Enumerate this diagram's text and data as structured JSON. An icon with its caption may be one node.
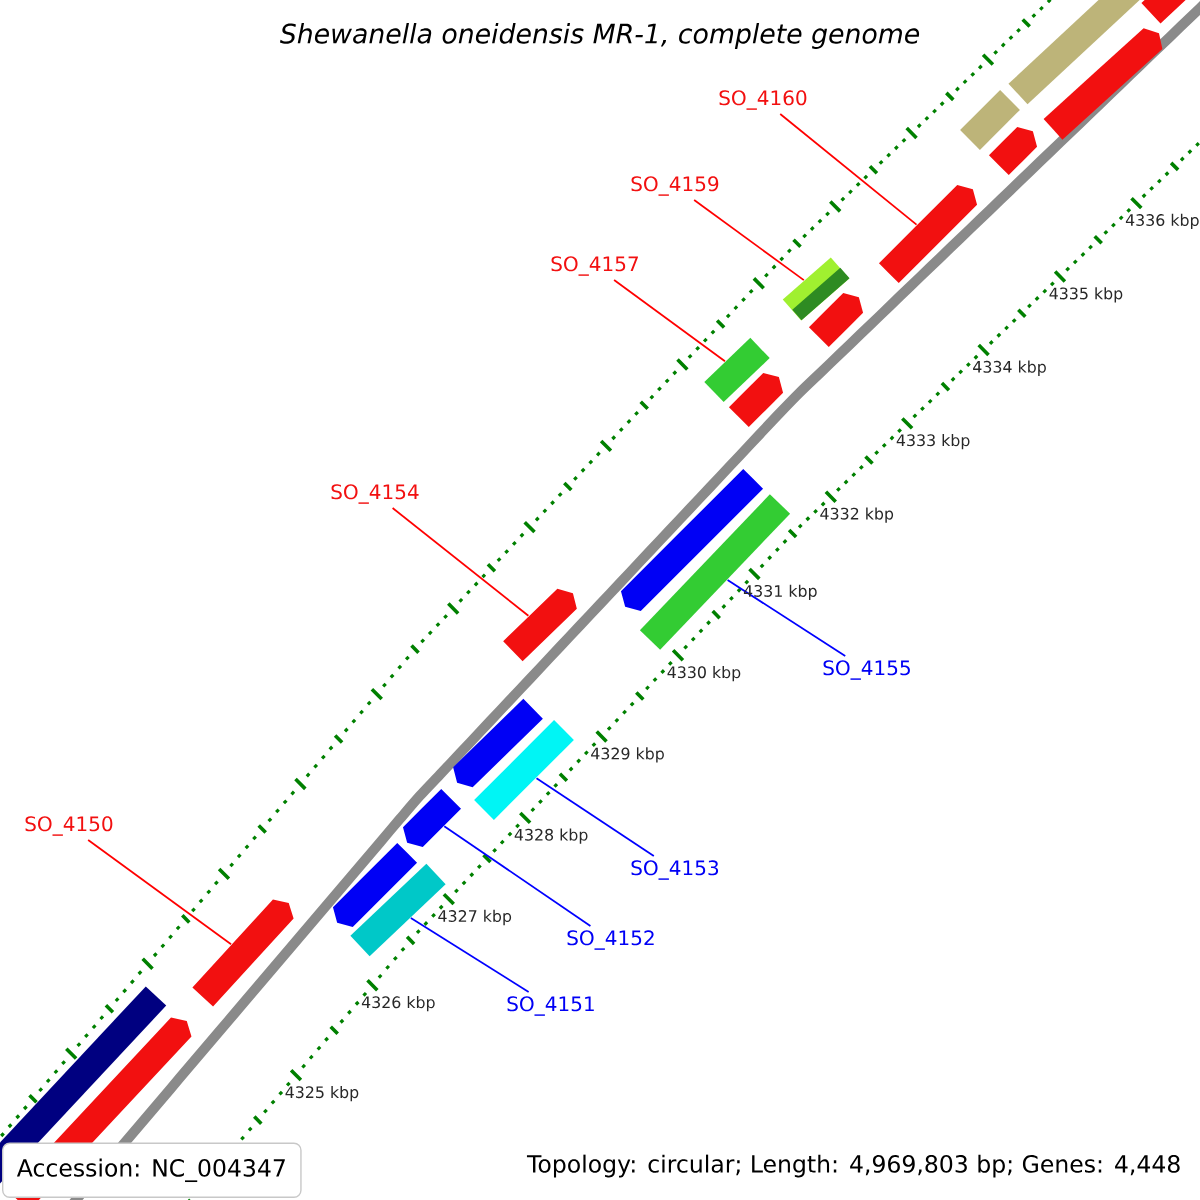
{
  "diagram": {
    "title": "Shewanella oneidensis MR-1, complete genome",
    "nodes": [
      {
        "text": [
          "SO_4160"
        ]
      },
      {
        "text": [],
        "shape": "arrow"
      },
      {
        "text": [
          "SO_4159"
        ]
      },
      {
        "text": [],
        "shape": "bar"
      },
      {
        "text": [
          "SO_4157"
        ]
      },
      {
        "text": [],
        "shape": "bar"
      },
      {
        "text": [
          "SO_4154"
        ]
      },
      {
        "text": [],
        "shape": "arrow"
      },
      {
        "text": [
          "SO_4155"
        ]
      },
      {
        "text": [],
        "shape": "bar"
      },
      {
        "text": [
          "SO_4153"
        ]
      },
      {
        "text": [],
        "shape": "bar"
      },
      {
        "text": [
          "SO_4150"
        ]
      },
      {
        "text": [],
        "shape": "arrow"
      },
      {
        "text": [
          "SO_4152"
        ]
      },
      {
        "text": [],
        "shape": "arrow"
      },
      {
        "text": [
          "SO_4151"
        ]
      },
      {
        "text": [],
        "shape": "bar"
      },
      {
        "text": [],
        "shape": "arrow"
      },
      {
        "text": [],
        "shape": "bar"
      },
      {
        "text": [],
        "shape": "arrow"
      },
      {
        "text": [],
        "shape": "arrow"
      },
      {
        "text": [],
        "shape": "arrow"
      },
      {
        "text": [],
        "shape": "bar"
      },
      {
        "text": [],
        "shape": "bar"
      },
      {
        "text": [],
        "shape": "arrow"
      },
      {
        "text": [],
        "shape": "arrow"
      },
      {
        "text": [],
        "shape": "arrow"
      },
      {
        "text": [],
        "shape": "arrow"
      },
      {
        "text": [],
        "shape": "arrow"
      }
    ],
    "edges": [
      {
        "from": 0,
        "to": 1,
        "arrow": "none",
        "color": "#ff0000"
      },
      {
        "from": 2,
        "to": 3,
        "arrow": "none",
        "color": "#ff0000"
      },
      {
        "from": 4,
        "to": 5,
        "arrow": "none",
        "color": "#ff0000"
      },
      {
        "from": 6,
        "to": 7,
        "arrow": "none",
        "color": "#ff0000"
      },
      {
        "from": 8,
        "to": 9,
        "arrow": "none",
        "color": "#0000ff"
      },
      {
        "from": 10,
        "to": 11,
        "arrow": "none",
        "color": "#0000ff"
      },
      {
        "from": 12,
        "to": 13,
        "arrow": "none",
        "color": "#ff0000"
      },
      {
        "from": 14,
        "to": 15,
        "arrow": "none",
        "color": "#0000ff"
      },
      {
        "from": 16,
        "to": 17,
        "arrow": "none",
        "color": "#0000ff"
      }
    ],
    "labels": [
      "4336 kbp",
      "4335 kbp",
      "4334 kbp",
      "4333 kbp",
      "4332 kbp",
      "4331 kbp",
      "4330 kbp",
      "4329 kbp",
      "4328 kbp",
      "4327 kbp",
      "4326 kbp",
      "4325 kbp",
      "Accession: NC_004347",
      "Topology: circular; Length: 4,969,803 bp; Genes: 4,448"
    ]
  }
}
